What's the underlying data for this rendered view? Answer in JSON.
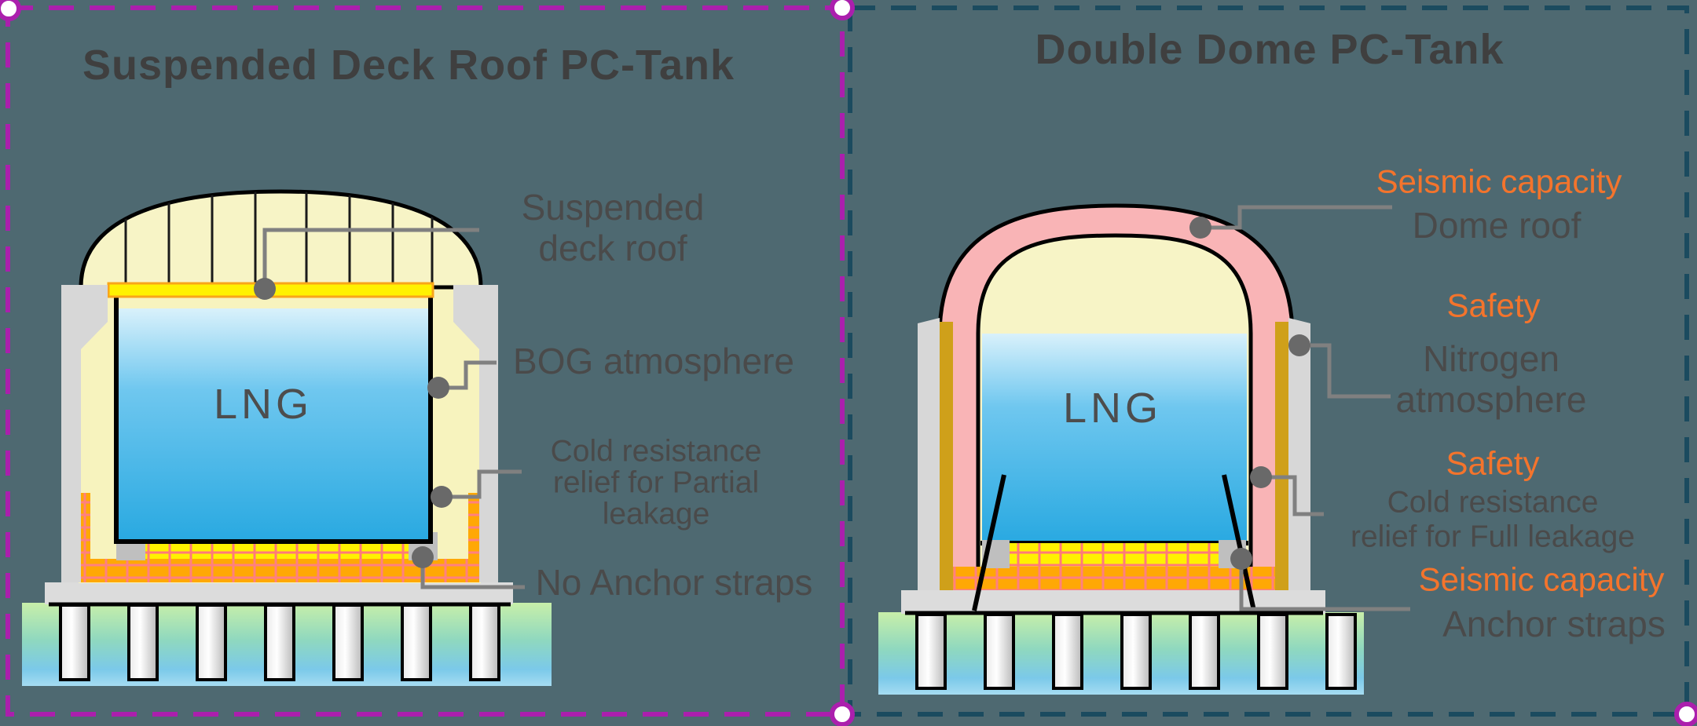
{
  "colors": {
    "background": "#4E6971",
    "left_border": "#AB1FAD",
    "right_border": "#1B4B5F",
    "title_text": "#3F3F3F",
    "label_text": "#4A4A4A",
    "orange_text": "#F4742C",
    "lng_text": "#4D4D4D",
    "leader_line": "#808080",
    "leader_dot": "#696969",
    "dome_cream": "#F7F3BE",
    "deck_yellow": "#FFF101",
    "deck_border": "#F9A51A",
    "lng_top": "#D2EEF9",
    "lng_bottom": "#29A9E1",
    "wall_gray": "#D7D7D7",
    "pink_dome": "#F9B4B6",
    "gold_strip": "#CFA01A",
    "yellow_insulation": "#FFF100",
    "orange_insulation": "#FFA805",
    "grid_line": "#FF8080",
    "block_gray": "#BFBFBF",
    "slab_gray": "#DCDCDC",
    "ground_top": "#C8EFA9",
    "ground_mid": "#8FD8BF",
    "ground_bottom": "#A5DCF2"
  },
  "left_panel": {
    "title": "Suspended Deck Roof PC-Tank",
    "tank_label": "LNG",
    "labels": {
      "suspended_line1": "Suspended",
      "suspended_line2": "deck roof",
      "bog": "BOG atmosphere",
      "cold_line1": "Cold resistance",
      "cold_line2": "relief for Partial",
      "cold_line3": "leakage",
      "no_anchor": "No Anchor straps"
    }
  },
  "right_panel": {
    "title": "Double Dome PC-Tank",
    "tank_label": "LNG",
    "labels": {
      "seismic_top": "Seismic capacity",
      "dome_roof": "Dome roof",
      "safety_1": "Safety",
      "nitrogen_line1": "Nitrogen",
      "nitrogen_line2": "atmosphere",
      "safety_2": "Safety",
      "full_line1": "Cold resistance",
      "full_line2": "relief for Full leakage",
      "seismic_bottom": "Seismic capacity",
      "anchor": "Anchor straps"
    }
  }
}
